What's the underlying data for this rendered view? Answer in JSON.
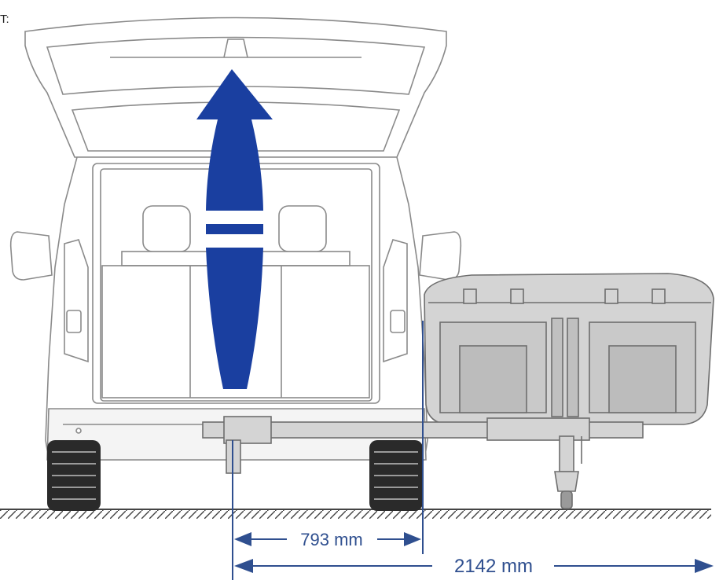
{
  "corner_text": "T:",
  "dimensions": {
    "inner": "793 mm",
    "outer": "2142 mm"
  },
  "colors": {
    "arrow": "#1a3fa0",
    "dimension": "#2f4f8f",
    "line": "#8a8a8a",
    "box_fill": "#d4d4d4",
    "ground": "#444444"
  },
  "icons": {
    "lift_arrow": "double-headed-up-arrow-icon"
  }
}
